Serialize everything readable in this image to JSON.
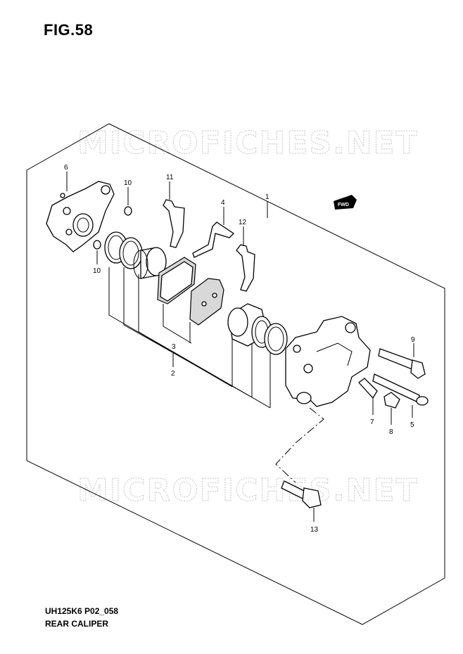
{
  "figure": {
    "title": "FIG.58"
  },
  "watermark": "MICROFICHES.NET",
  "fwd_badge": "FWD",
  "callouts": {
    "c1": "1",
    "c2": "2",
    "c3": "3",
    "c4": "4",
    "c5": "5",
    "c6": "6",
    "c7": "7",
    "c8": "8",
    "c9": "9",
    "c10a": "10",
    "c10b": "10",
    "c11": "11",
    "c12": "12",
    "c13": "13"
  },
  "footer": {
    "code": "UH125K6 P02_058",
    "name": "REAR CALIPER"
  }
}
